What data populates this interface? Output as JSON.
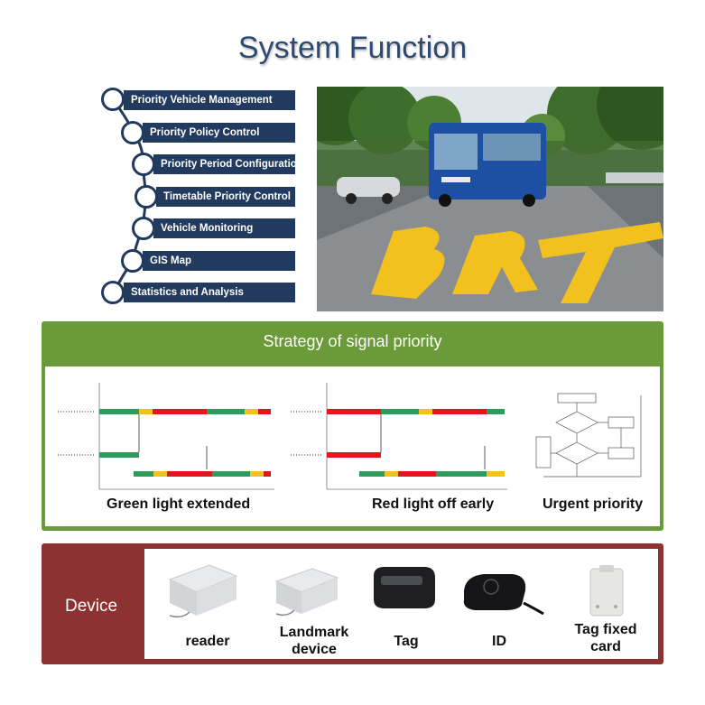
{
  "title": "System Function",
  "functions": [
    {
      "label": "Priority Vehicle Management"
    },
    {
      "label": "Priority Policy Control"
    },
    {
      "label": "Priority Period Configuration"
    },
    {
      "label": "Timetable Priority Control"
    },
    {
      "label": "Vehicle Monitoring"
    },
    {
      "label": "GIS Map"
    },
    {
      "label": "Statistics and Analysis"
    }
  ],
  "strategy": {
    "title": "Strategy of signal priority",
    "diagrams": [
      {
        "caption": "Green light extended"
      },
      {
        "caption": "Red light off early"
      },
      {
        "caption": "Urgent priority"
      }
    ]
  },
  "device": {
    "label": "Device",
    "items": [
      {
        "caption": "reader"
      },
      {
        "caption": "Landmark device"
      },
      {
        "caption": "Tag"
      },
      {
        "caption": "ID"
      },
      {
        "caption": "Tag fixed card"
      }
    ]
  },
  "colors": {
    "navy": "#213a5e",
    "green_panel": "#6b9a3a",
    "device_panel": "#8c3232",
    "signal_green": "#2e9c5c",
    "signal_red": "#e3141c",
    "signal_yellow": "#f4c21a"
  }
}
